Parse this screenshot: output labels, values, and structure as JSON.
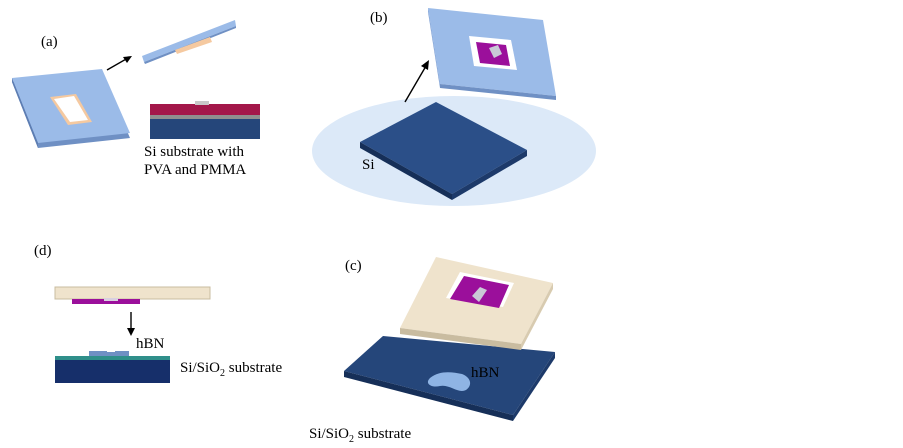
{
  "panel_a": {
    "label": "(a)",
    "caption_line1": "Si substrate with",
    "caption_line2": "PVA and PMMA"
  },
  "panel_b": {
    "label": "(b)",
    "si_label": "Si"
  },
  "panel_c": {
    "label": "(c)",
    "hbn_label": "hBN",
    "substrate_main": "Si/SiO",
    "substrate_sub": "2",
    "substrate_tail": " substrate"
  },
  "panel_d": {
    "label": "(d)",
    "hbn_label": "hBN",
    "substrate_main": "Si/SiO",
    "substrate_sub": "2",
    "substrate_tail": " substrate"
  },
  "colors": {
    "frame_blue": "#9bbbe8",
    "frame_blue_dark": "#6f90c4",
    "pmma_orange": "#f5c9a0",
    "substrate_navy": "#25467a",
    "substrate_navy_dark": "#162f58",
    "pva_crimson": "#a3174a",
    "pmma_gray": "#8f8f8f",
    "pmma_light": "#efe3cc",
    "pmma_light_edge": "#c9bca0",
    "flake_magenta": "#9b0f9b",
    "ellipse_light": "#dce9f8",
    "teal_sio2": "#2f8f8a",
    "hbn_flake": "#8fb4e4"
  }
}
